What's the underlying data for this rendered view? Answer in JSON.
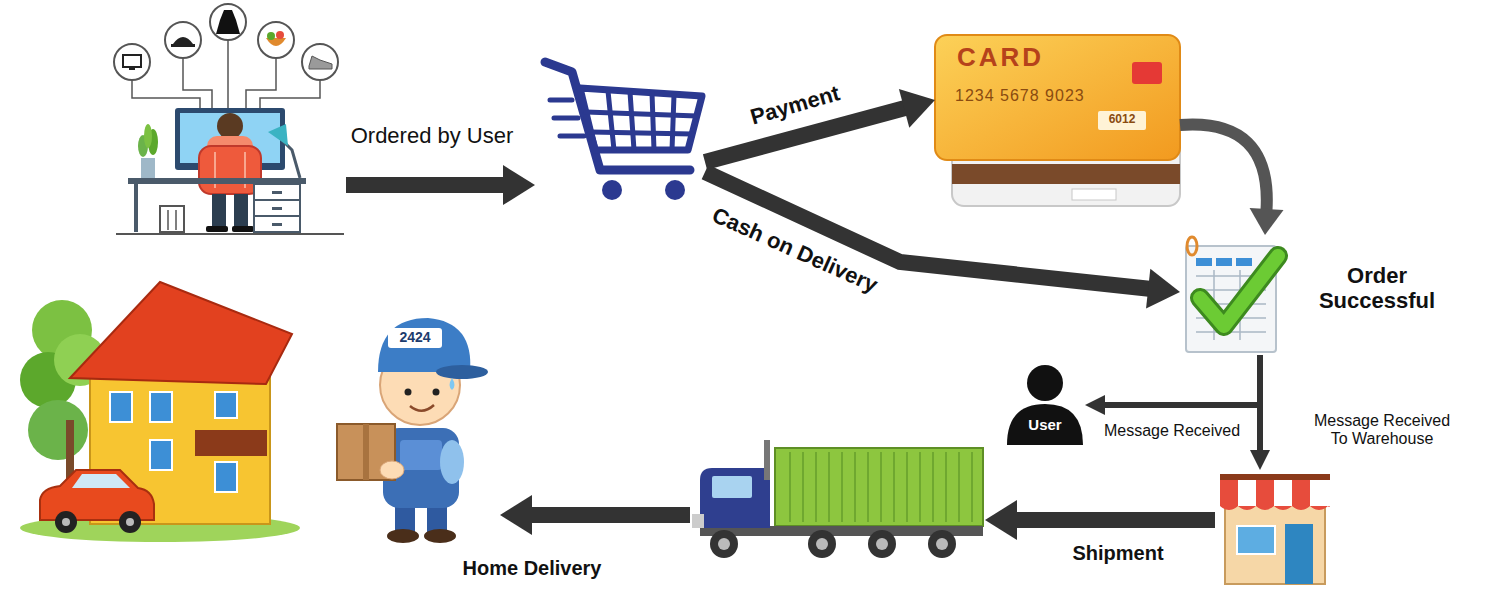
{
  "diagram": {
    "nodes": [
      {
        "text": []
      },
      {
        "text": []
      },
      {
        "text": [
          "CARD",
          "1234 5678 9023",
          "6012"
        ]
      },
      {
        "text": [
          "Order Successful"
        ]
      },
      {
        "text": [
          "User"
        ]
      },
      {
        "text": [
          "Message Received To Warehouse"
        ]
      },
      {
        "text": []
      },
      {
        "text": [
          "2424"
        ]
      },
      {
        "text": []
      }
    ],
    "edges": [
      {
        "from": 0,
        "to": 1,
        "arrow": "to",
        "label": "Ordered by User"
      },
      {
        "from": 1,
        "to": 2,
        "arrow": "to",
        "label": "Payment"
      },
      {
        "from": 1,
        "to": 3,
        "arrow": "to",
        "label": "Cash on Delivery"
      },
      {
        "from": 2,
        "to": 3,
        "arrow": "to"
      },
      {
        "from": 3,
        "to": 4,
        "arrow": "to",
        "label": "Message Received"
      },
      {
        "from": 3,
        "to": 5,
        "arrow": "to"
      },
      {
        "from": 5,
        "to": 6,
        "arrow": "to",
        "label": "Shipment"
      },
      {
        "from": 6,
        "to": 7,
        "arrow": "to",
        "label": "Home Delivery"
      }
    ]
  }
}
